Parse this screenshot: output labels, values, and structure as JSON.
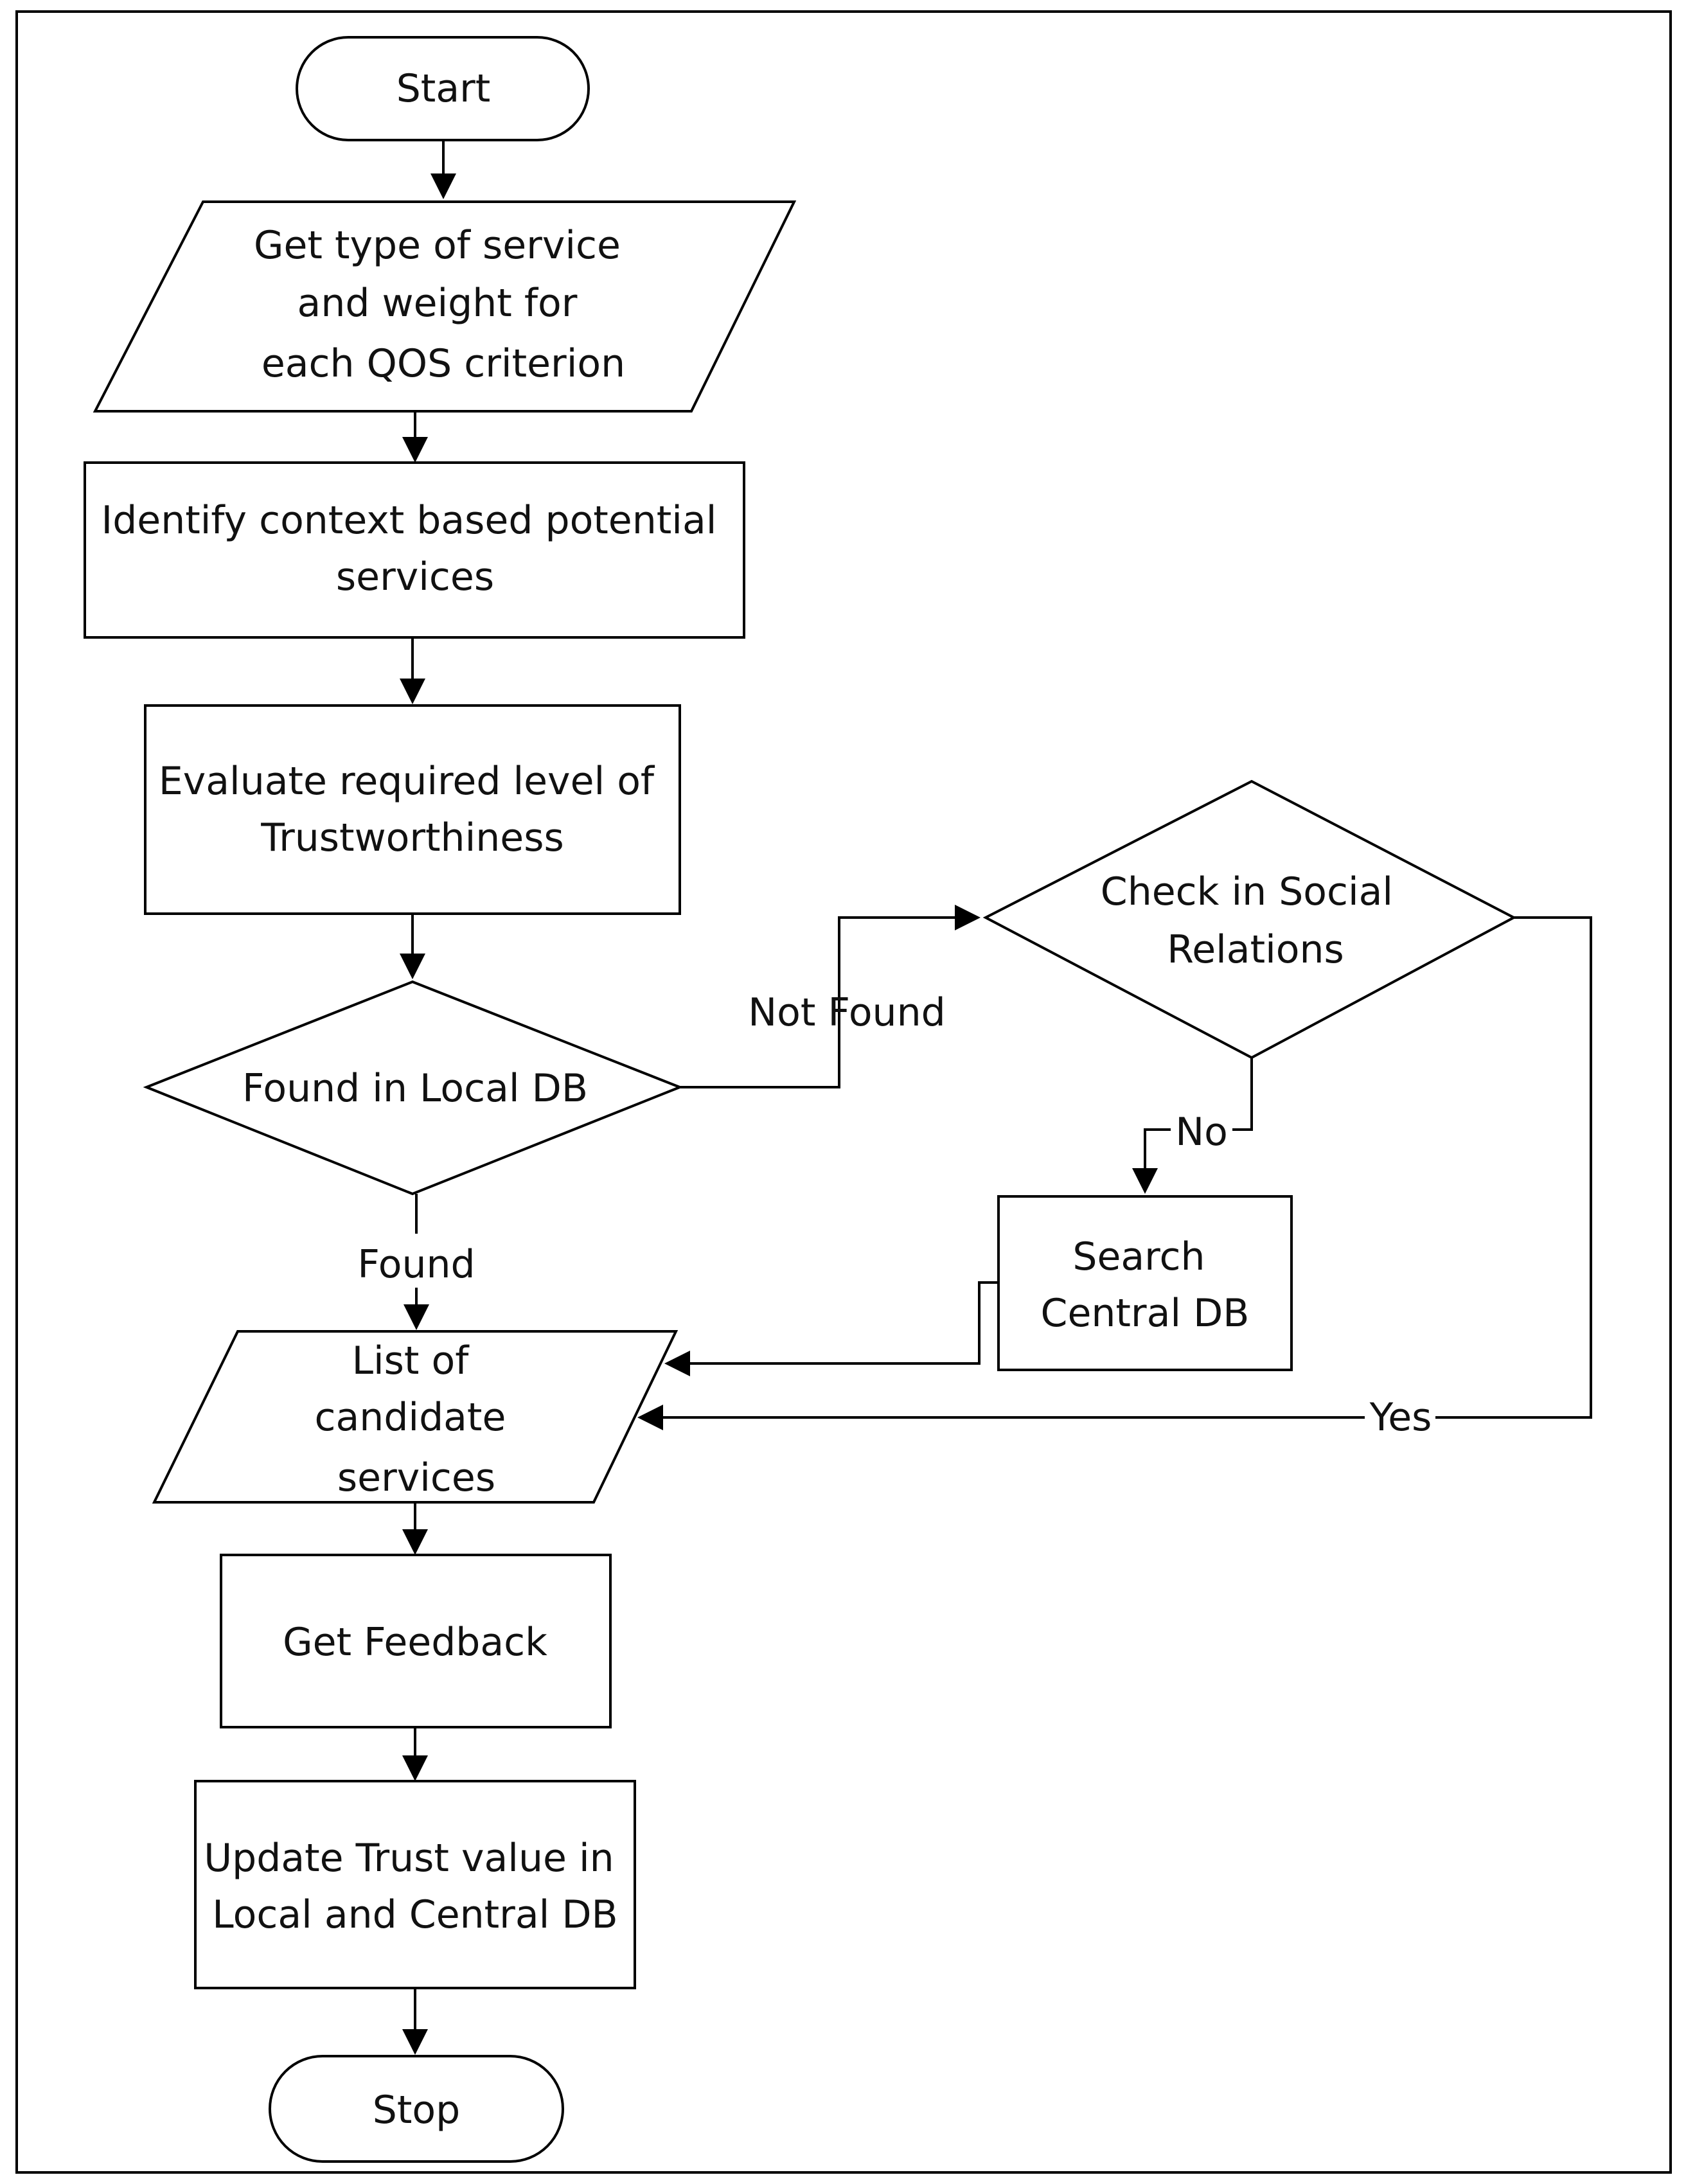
{
  "nodes": {
    "start": {
      "label": [
        "Start"
      ]
    },
    "get_type": {
      "label": [
        "Get type of service",
        "and weight for",
        "each QOS criterion"
      ]
    },
    "identify": {
      "label": [
        "Identify context based potential",
        "services"
      ]
    },
    "evaluate": {
      "label": [
        "Evaluate required level of",
        "Trustworthiness"
      ]
    },
    "found_local": {
      "label": [
        "Found in Local DB"
      ]
    },
    "check_social": {
      "label": [
        "Check in Social",
        "Relations"
      ]
    },
    "search_central": {
      "label": [
        "Search",
        "Central DB"
      ]
    },
    "list_candidates": {
      "label": [
        "List of",
        "candidate",
        "services"
      ]
    },
    "get_feedback": {
      "label": [
        "Get Feedback"
      ]
    },
    "update_trust": {
      "label": [
        "Update Trust value in",
        "Local and Central DB"
      ]
    },
    "stop": {
      "label": [
        "Stop"
      ]
    }
  },
  "edges": {
    "not_found": "Not Found",
    "found": "Found",
    "no": "No",
    "yes": "Yes"
  }
}
